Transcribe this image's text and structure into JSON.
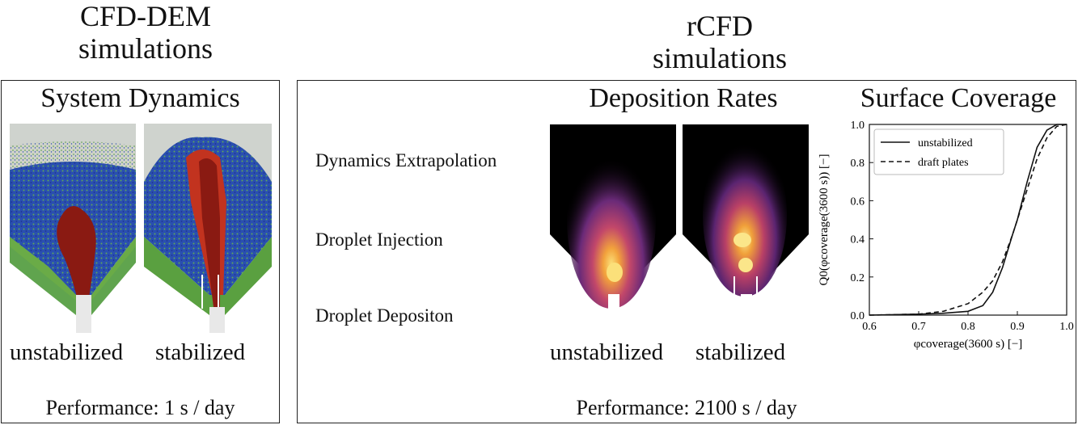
{
  "left": {
    "title_line1": "CFD-DEM",
    "title_line2": "simulations",
    "panel_title": "System Dynamics",
    "label_a": "unstabilized",
    "label_b": "stabilized",
    "performance": "Performance: 1 s / day"
  },
  "right": {
    "title_line1": "rCFD",
    "title_line2": "simulations",
    "deposition_title": "Deposition Rates",
    "coverage_title": "Surface Coverage",
    "steps": [
      "Dynamics Extrapolation",
      "Droplet Injection",
      "Droplet Depositon"
    ],
    "label_a": "unstabilized",
    "label_b": "stabilized",
    "performance": "Performance: 2100 s / day"
  },
  "chart_data": {
    "type": "line",
    "xlabel": "φcoverage(3600 s) [−]",
    "ylabel": "Q0(φcoverage(3600 s)) [−]",
    "xlim": [
      0.6,
      1.0
    ],
    "ylim": [
      0.0,
      1.0
    ],
    "xticks": [
      "0.6",
      "0.7",
      "0.8",
      "0.9",
      "1.0"
    ],
    "yticks": [
      "0.0",
      "0.2",
      "0.4",
      "0.6",
      "0.8",
      "1.0"
    ],
    "legend_position": "top-left",
    "series": [
      {
        "name": "unstabilized",
        "style": "solid",
        "x": [
          0.6,
          0.7,
          0.75,
          0.8,
          0.83,
          0.85,
          0.87,
          0.89,
          0.9,
          0.92,
          0.94,
          0.96,
          0.98,
          1.0
        ],
        "y": [
          0.0,
          0.005,
          0.01,
          0.02,
          0.05,
          0.12,
          0.25,
          0.42,
          0.5,
          0.7,
          0.88,
          0.97,
          1.0,
          1.0
        ]
      },
      {
        "name": "draft plates",
        "style": "dashed",
        "x": [
          0.6,
          0.7,
          0.75,
          0.8,
          0.83,
          0.85,
          0.87,
          0.89,
          0.9,
          0.92,
          0.94,
          0.96,
          0.98,
          1.0
        ],
        "y": [
          0.0,
          0.005,
          0.02,
          0.06,
          0.12,
          0.18,
          0.28,
          0.42,
          0.5,
          0.66,
          0.82,
          0.93,
          0.99,
          1.0
        ]
      }
    ]
  }
}
